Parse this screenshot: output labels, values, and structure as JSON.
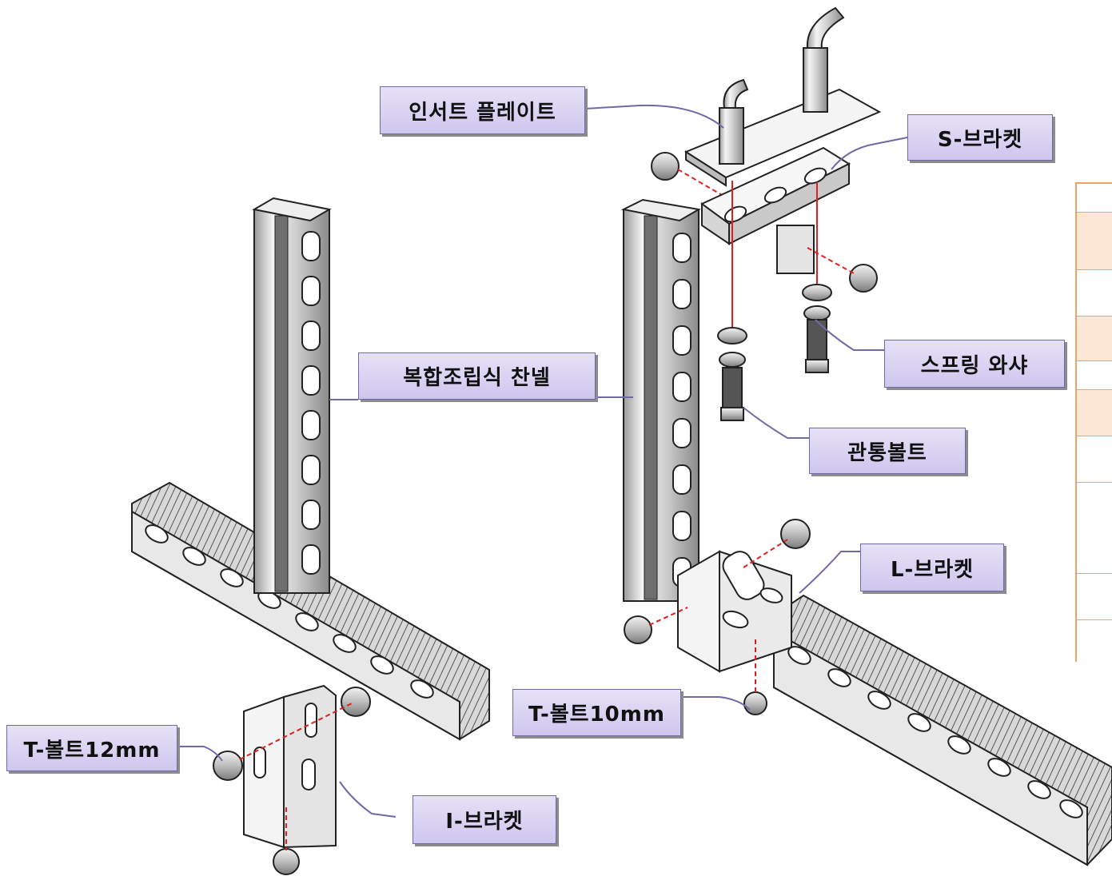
{
  "labels": {
    "insert_plate": "인서트 플레이트",
    "s_bracket": "S-브라켓",
    "spring_washer": "스프링 와샤",
    "through_bolt": "관통볼트",
    "composite_channel": "복합조립식 찬넬",
    "l_bracket": "L-브라켓",
    "t_bolt_10": "T-볼트10mm",
    "t_bolt_12": "T-볼트12mm",
    "i_bracket": "I-브라켓"
  },
  "colors": {
    "label_fill": "#d9d2f2",
    "label_border": "#6e6aa6",
    "leader_line": "#6e6aa6",
    "assembly_line": "#e02020",
    "table_border": "#f2a25a",
    "table_fill": "#fde8d6"
  },
  "side_table": {
    "rows": 10,
    "shaded_rows": [
      1,
      3,
      5
    ]
  }
}
